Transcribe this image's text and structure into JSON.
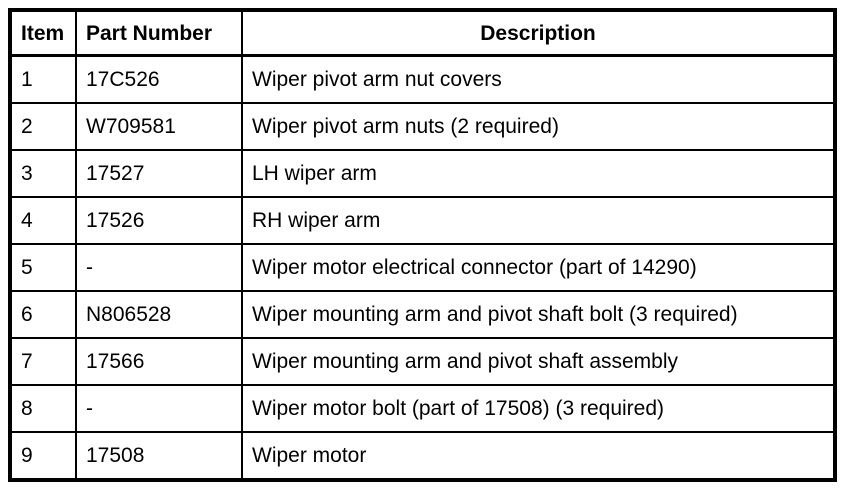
{
  "table": {
    "headers": [
      "Item",
      "Part Number",
      "Description"
    ],
    "rows": [
      [
        "1",
        "17C526",
        "Wiper pivot arm nut covers"
      ],
      [
        "2",
        "W709581",
        "Wiper pivot arm nuts (2 required)"
      ],
      [
        "3",
        "17527",
        "LH wiper arm"
      ],
      [
        "4",
        "17526",
        "RH wiper arm"
      ],
      [
        "5",
        "-",
        "Wiper motor electrical connector (part of 14290)"
      ],
      [
        "6",
        "N806528",
        "Wiper mounting arm and pivot shaft bolt (3 required)"
      ],
      [
        "7",
        "17566",
        "Wiper mounting arm and pivot shaft assembly"
      ],
      [
        "8",
        "-",
        "Wiper motor bolt (part of 17508) (3 required)"
      ],
      [
        "9",
        "17508",
        "Wiper motor"
      ]
    ],
    "colors": {
      "border": "#000000",
      "text": "#000000",
      "background": "#ffffff"
    }
  }
}
